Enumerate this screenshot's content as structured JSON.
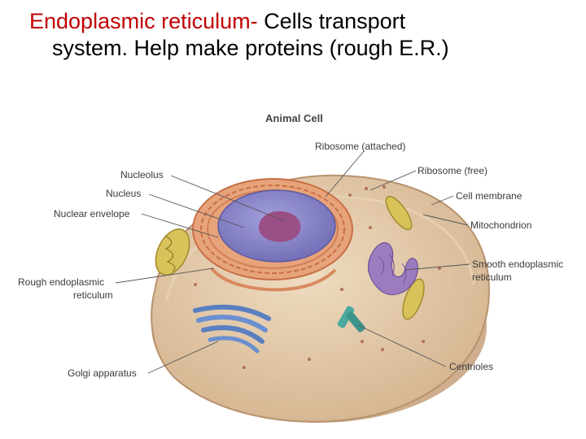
{
  "title": {
    "term": "Endoplasmic reticulum-",
    "line1_rest": " Cells transport",
    "line2": "system.  Help make proteins (rough E.R.)"
  },
  "diagram": {
    "heading": "Animal Cell",
    "labels": {
      "ribosome_attached": "Ribosome (attached)",
      "ribosome_free": "Ribosome (free)",
      "nucleolus": "Nucleolus",
      "nucleus": "Nucleus",
      "nuclear_envelope": "Nuclear envelope",
      "cell_membrane": "Cell membrane",
      "mitochondrion": "Mitochondrion",
      "smooth_er_line1": "Smooth endoplasmic",
      "smooth_er_line2": "reticulum",
      "rough_er_line1": "Rough endoplasmic",
      "rough_er_line2": "reticulum",
      "golgi": "Golgi apparatus",
      "centrioles": "Centrioles"
    }
  },
  "colors": {
    "term": "#c00000",
    "cytoplasm": "#e2c9a6",
    "membrane": "#c9a582",
    "nucleus": "#8a86c8",
    "nucleolus": "#9a4f86",
    "rough_er": "#d98a5f",
    "golgi": "#5a7fc1",
    "smooth_er": "#9a7cbf",
    "mitochondrion": "#c9b34a",
    "centrioles": "#4aa89e"
  }
}
